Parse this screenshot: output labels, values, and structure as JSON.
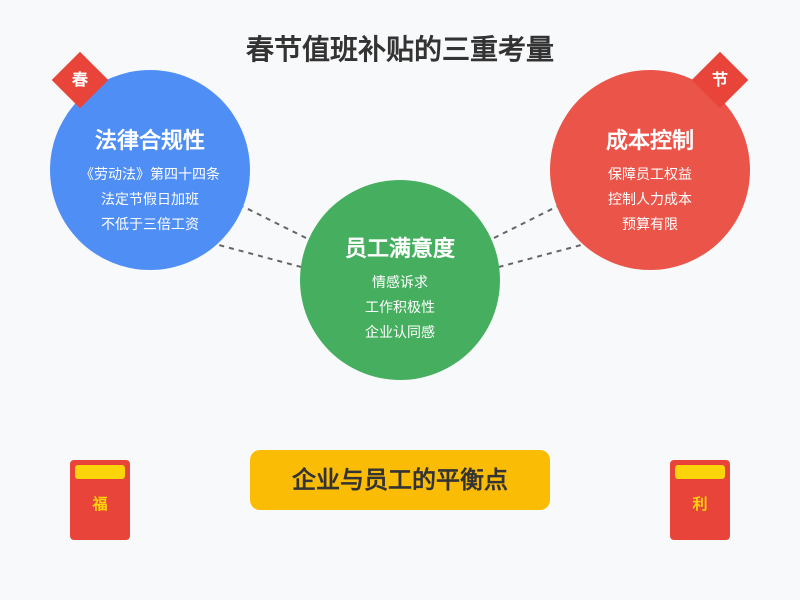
{
  "title": "春节值班补贴的三重考量",
  "badges": {
    "left": "春",
    "right": "节"
  },
  "circles": {
    "left": {
      "heading": "法律合规性",
      "lines": [
        "《劳动法》第四十四条",
        "法定节假日加班",
        "不低于三倍工资"
      ],
      "color": "#4f8ef5"
    },
    "right": {
      "heading": "成本控制",
      "lines": [
        "保障员工权益",
        "控制人力成本",
        "预算有限"
      ],
      "color": "#ea5449"
    },
    "center": {
      "heading": "员工满意度",
      "lines": [
        "情感诉求",
        "工作积极性",
        "企业认同感"
      ],
      "color": "#46af5f"
    }
  },
  "banner": {
    "text": "企业与员工的平衡点",
    "color": "#fbbc05"
  },
  "envelopes": {
    "left": "福",
    "right": "利"
  },
  "colors": {
    "accent_red": "#e8443a",
    "gold": "#fbd40a"
  }
}
